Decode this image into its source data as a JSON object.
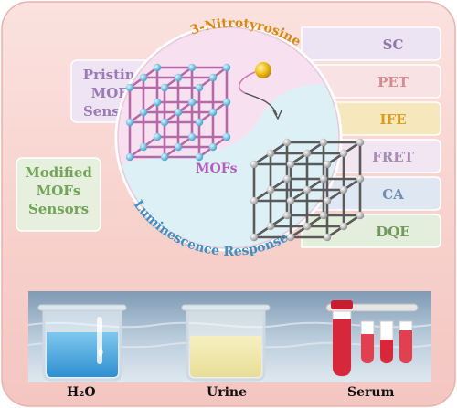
{
  "center": {
    "top_arc_text": "3-Nitrotyrosine",
    "bottom_arc_text": "Luminescence Response",
    "mofs_label": "MOFs"
  },
  "left_boxes": [
    {
      "lines": [
        "Pristine",
        "MOFs",
        "Sensors"
      ],
      "color": "#9a7bb4",
      "fill": "#efe4f3"
    },
    {
      "lines": [
        "Modified",
        "MOFs",
        "Sensors"
      ],
      "color": "#74a458",
      "fill": "#e7f0df"
    }
  ],
  "mechanisms": [
    {
      "label": "SC",
      "color": "#8f7aa6",
      "fill": "#ece4f3"
    },
    {
      "label": "PET",
      "color": "#d48c91",
      "fill": "#f9e2e3"
    },
    {
      "label": "IFE",
      "color": "#d89b1a",
      "fill": "#f7e7bd"
    },
    {
      "label": "FRET",
      "color": "#a88cb4",
      "fill": "#f1e6f2"
    },
    {
      "label": "CA",
      "color": "#6f8fb2",
      "fill": "#dfe8f2"
    },
    {
      "label": "DQE",
      "color": "#6f9a58",
      "fill": "#e3efdc"
    }
  ],
  "samples": [
    {
      "label": "H₂O"
    },
    {
      "label": "Urine"
    },
    {
      "label": "Serum"
    }
  ],
  "colors": {
    "background": "#f7d3cf",
    "circle_top": "#f6dff0",
    "circle_bottom": "#dff1f5",
    "water_band": "#9fb7cc",
    "pristine_lattice": "#b56aa8",
    "node_blue": "#5ab7d9",
    "gray_lattice": "#555555"
  }
}
